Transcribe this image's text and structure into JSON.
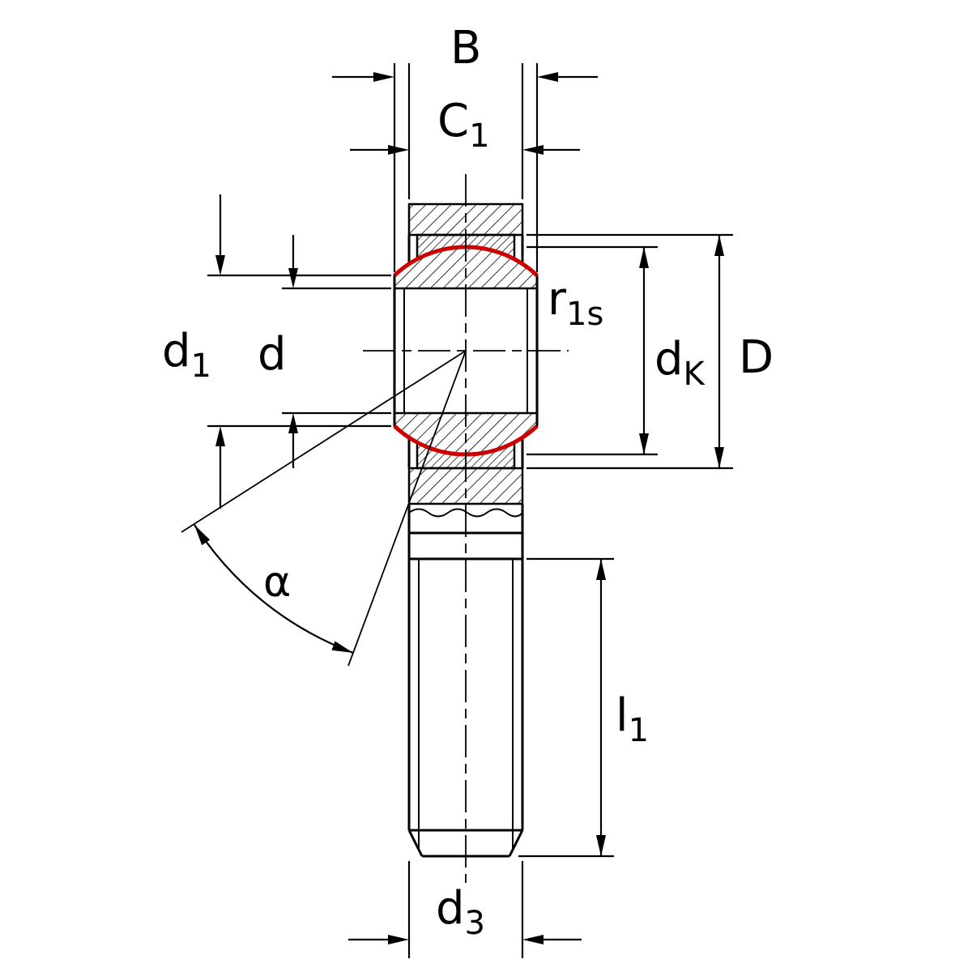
{
  "drawing": {
    "name": "rod-end-spherical-bearing-dimension-drawing",
    "background": "#ffffff",
    "colors": {
      "line": "#000000",
      "highlight_arc": "#cc0000"
    },
    "labels": {
      "b": {
        "main": "B",
        "sub": ""
      },
      "c1": {
        "main": "C",
        "sub": "1"
      },
      "r1s": {
        "main": "r",
        "sub": "1s"
      },
      "d1": {
        "main": "d",
        "sub": "1"
      },
      "d": {
        "main": "d",
        "sub": ""
      },
      "dk": {
        "main": "d",
        "sub": "K"
      },
      "dbig": {
        "main": "D",
        "sub": ""
      },
      "alpha": {
        "main": "α",
        "sub": ""
      },
      "l1": {
        "main": "l",
        "sub": "1"
      },
      "d3": {
        "main": "d",
        "sub": "3"
      }
    }
  }
}
